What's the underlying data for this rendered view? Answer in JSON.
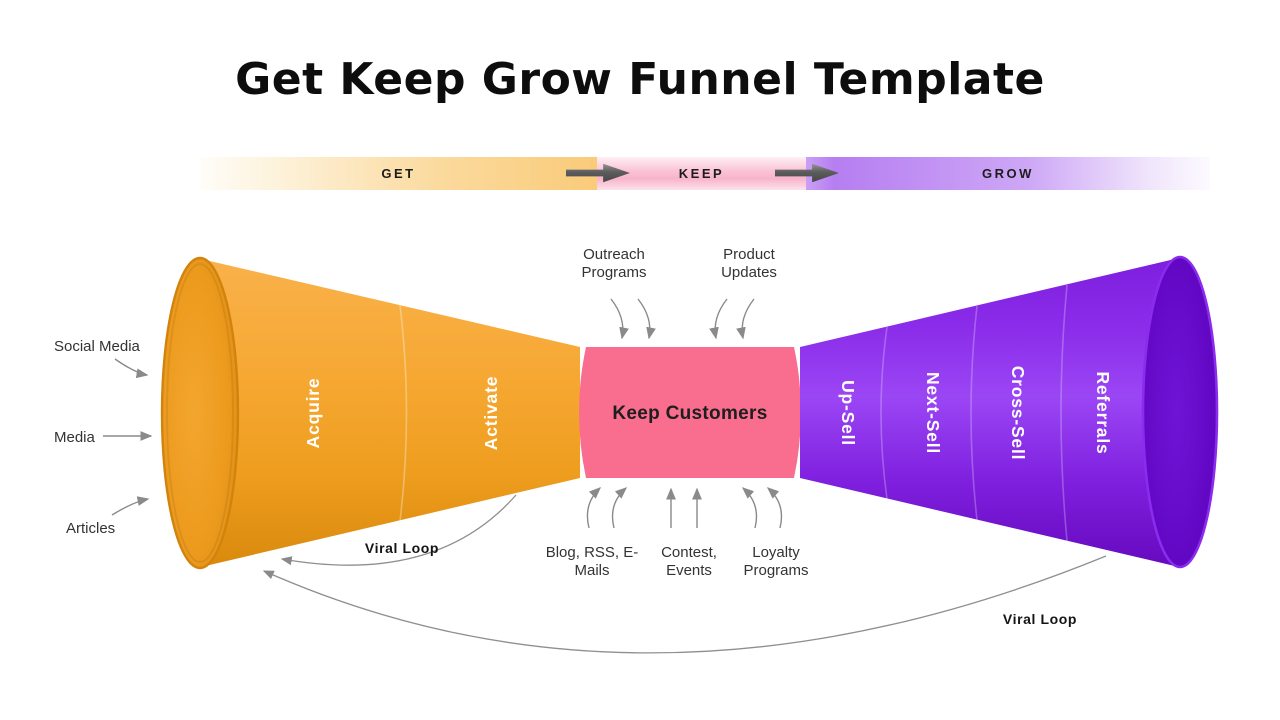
{
  "title": "Get Keep Grow Funnel Template",
  "stage_bar": {
    "get": "GET",
    "keep": "KEEP",
    "grow": "GROW"
  },
  "funnel": {
    "acquire": "Acquire",
    "activate": "Activate",
    "keep_customers": "Keep Customers",
    "up_sell": "Up-Sell",
    "next_sell": "Next-Sell",
    "cross_sell": "Cross-Sell",
    "referrals": "Referrals"
  },
  "left_inputs": {
    "social_media": "Social Media",
    "media": "Media",
    "articles": "Articles"
  },
  "keep_inputs_top": {
    "outreach": "Outreach\nPrograms",
    "product": "Product\nUpdates"
  },
  "keep_inputs_bottom": {
    "blog": "Blog, RSS, E-\nMails",
    "contest": "Contest,\nEvents",
    "loyalty": "Loyalty\nPrograms"
  },
  "loops": {
    "left": "Viral Loop",
    "right": "Viral Loop"
  },
  "colors": {
    "funnel_orange": "#F5A62F",
    "funnel_pink": "#F96D8E",
    "funnel_purple": "#7F20DF",
    "bar_get_end": "#FACB79",
    "bar_keep_mid": "#F8B4CA",
    "bar_grow_start": "#B67EF1",
    "connector_gray": "#8A8A8A",
    "text_dark": "#1A1A1A"
  }
}
